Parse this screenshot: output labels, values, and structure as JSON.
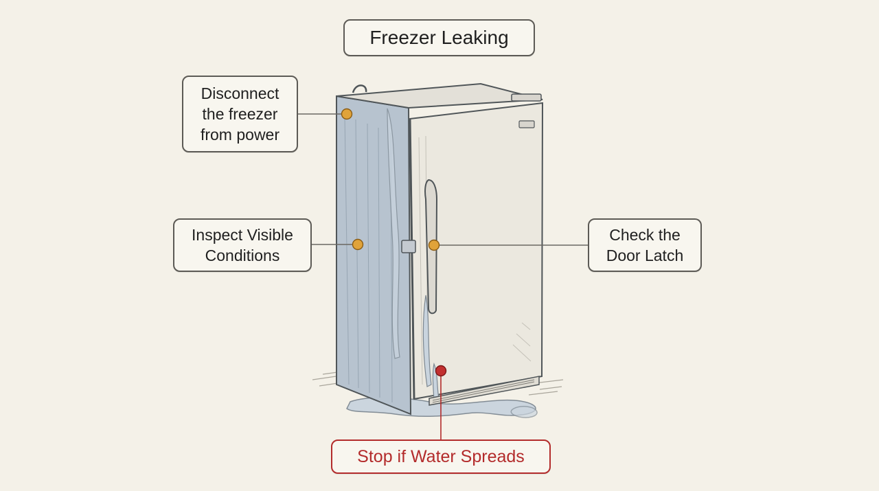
{
  "diagram": {
    "title": "Freezer Leaking",
    "callouts": {
      "power": [
        "Disconnect",
        "the freezer",
        "from power"
      ],
      "inspect": [
        "Inspect Visible",
        "Conditions"
      ],
      "latch": [
        "Check the",
        "Door Latch"
      ],
      "stop": "Stop if Water Spreads"
    },
    "colors": {
      "background": "#f4f1e8",
      "marker": "#e0a33a",
      "alert": "#b32b2b",
      "water": "#c9d4de",
      "outline": "#5c5a55"
    },
    "icons": [
      "upright-freezer-illustration",
      "water-puddle"
    ]
  }
}
